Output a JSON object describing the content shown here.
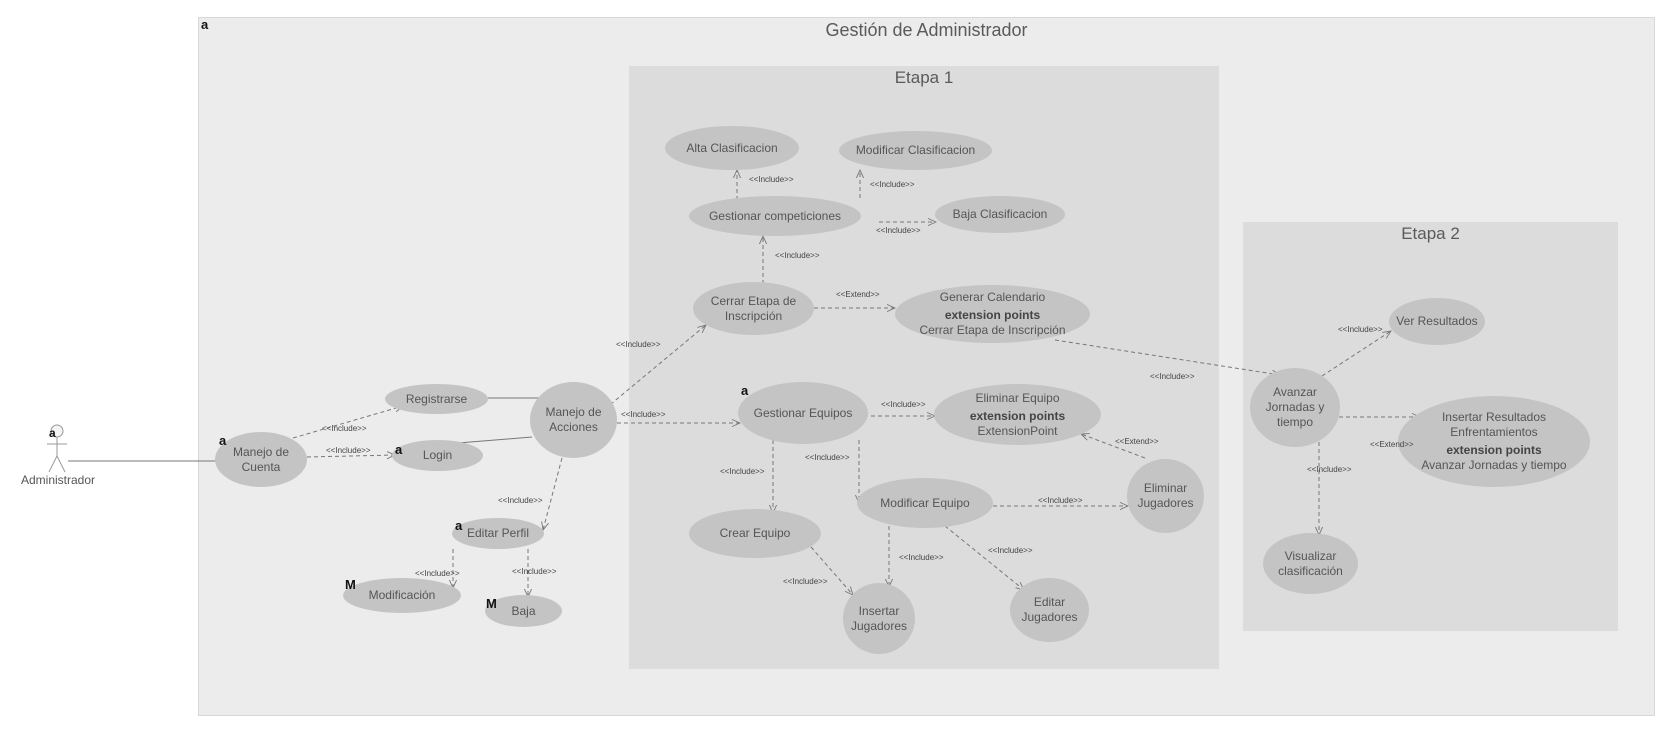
{
  "systems": {
    "admin": "Gestión de Administrador",
    "etapa1": "Etapa 1",
    "etapa2": "Etapa 2"
  },
  "actor": {
    "name": "Administrador"
  },
  "usecases": {
    "manejo_cuenta": "Manejo de Cuenta",
    "registrarse": "Registrarse",
    "login": "Login",
    "manejo_acciones": "Manejo de Acciones",
    "editar_perfil": "Editar Perfil",
    "modificacion": "Modificación",
    "baja": "Baja",
    "alta_clasificacion": "Alta Clasificacion",
    "modificar_clasificacion": "Modificar Clasificacion",
    "gestionar_competiciones": "Gestionar competiciones",
    "baja_clasificacion": "Baja Clasificacion",
    "cerrar_etapa": "Cerrar Etapa de Inscripción",
    "generar_calendario": {
      "title": "Generar Calendario",
      "ep_heading": "extension points",
      "ep": "Cerrar Etapa de Inscripción"
    },
    "gestionar_equipos": "Gestionar Equipos",
    "eliminar_equipo": {
      "title": "Eliminar Equipo",
      "ep_heading": "extension points",
      "ep": "ExtensionPoint"
    },
    "crear_equipo": "Crear Equipo",
    "modificar_equipo": "Modificar Equipo",
    "eliminar_jugadores": "Eliminar Jugadores",
    "insertar_jugadores": "Insertar Jugadores",
    "editar_jugadores": "Editar Jugadores",
    "avanzar_jornadas": "Avanzar Jornadas y tiempo",
    "ver_resultados": "Ver Resultados",
    "insertar_resultados": {
      "title": "Insertar Resultados Enfrentamientos",
      "ep_heading": "extension points",
      "ep": "Avanzar Jornadas y tiempo"
    },
    "visualizar_clasificacion": "Visualizar clasificación"
  },
  "stereotypes": {
    "include": "<<Include>>",
    "extend": "<<Extend>>"
  },
  "markers": {
    "a": "a",
    "m": "M"
  },
  "colors": {
    "outer_boundary": "#ececec",
    "inner_boundary": "#dcdcdc",
    "usecase": "#c4c4c4",
    "line": "#777777"
  }
}
